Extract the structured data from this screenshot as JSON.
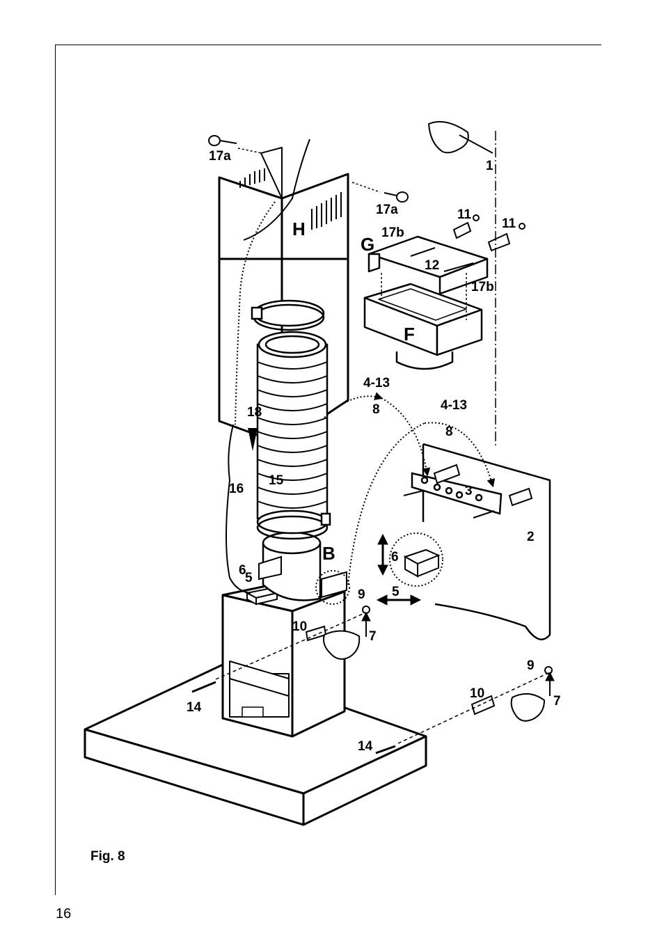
{
  "figure": {
    "caption": "Fig. 8",
    "labels": {
      "n1": "1",
      "n2": "2",
      "n3": "3",
      "n4_13a": "4-13",
      "n4_13b": "4-13",
      "n5a": "5",
      "n5b": "5",
      "n6a": "6",
      "n6b": "6",
      "n7a": "7",
      "n7b": "7",
      "n8a": "8",
      "n8b": "8",
      "n9a": "9",
      "n9b": "9",
      "n10a": "10",
      "n10b": "10",
      "n11a": "11",
      "n11b": "11",
      "n12": "12",
      "n14a": "14",
      "n14b": "14",
      "n15": "15",
      "n16": "16",
      "n17a_left": "17a",
      "n17a_right": "17a",
      "n17b_top": "17b",
      "n17b_right": "17b",
      "n18": "18",
      "B": "B",
      "F": "F",
      "G": "G",
      "H": "H"
    }
  },
  "page_number": "16"
}
